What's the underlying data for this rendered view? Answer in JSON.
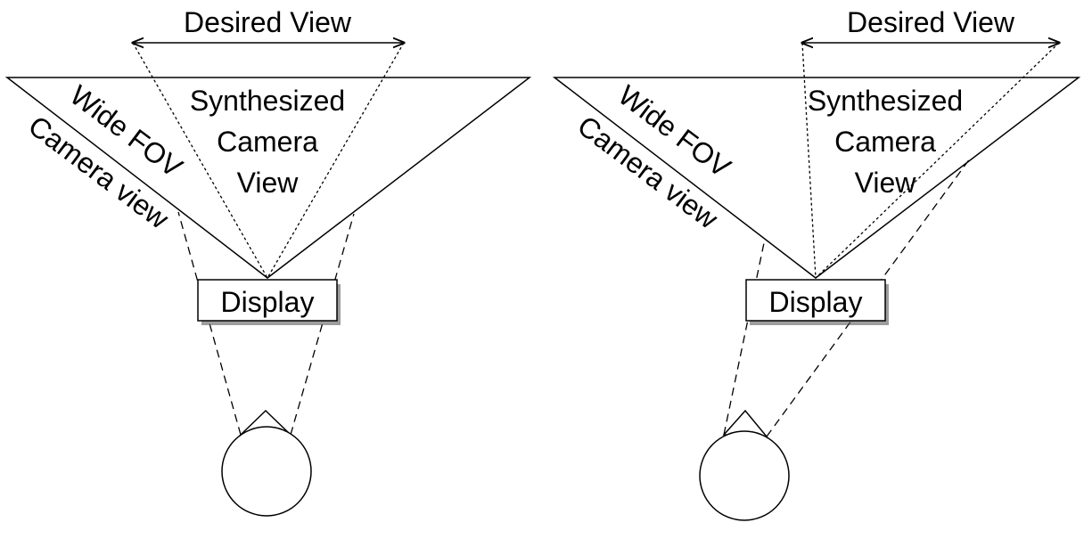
{
  "panels": [
    {
      "desired_view": "Desired View",
      "wide_fov_line1": "Wide FOV",
      "wide_fov_line2": "Camera view",
      "synth_line1": "Synthesized",
      "synth_line2": "Camera",
      "synth_line3": "View",
      "display": "Display"
    },
    {
      "desired_view": "Desired View",
      "wide_fov_line1": "Wide FOV",
      "wide_fov_line2": "Camera view",
      "synth_line1": "Synthesized",
      "synth_line2": "Camera",
      "synth_line3": "View",
      "display": "Display"
    }
  ]
}
